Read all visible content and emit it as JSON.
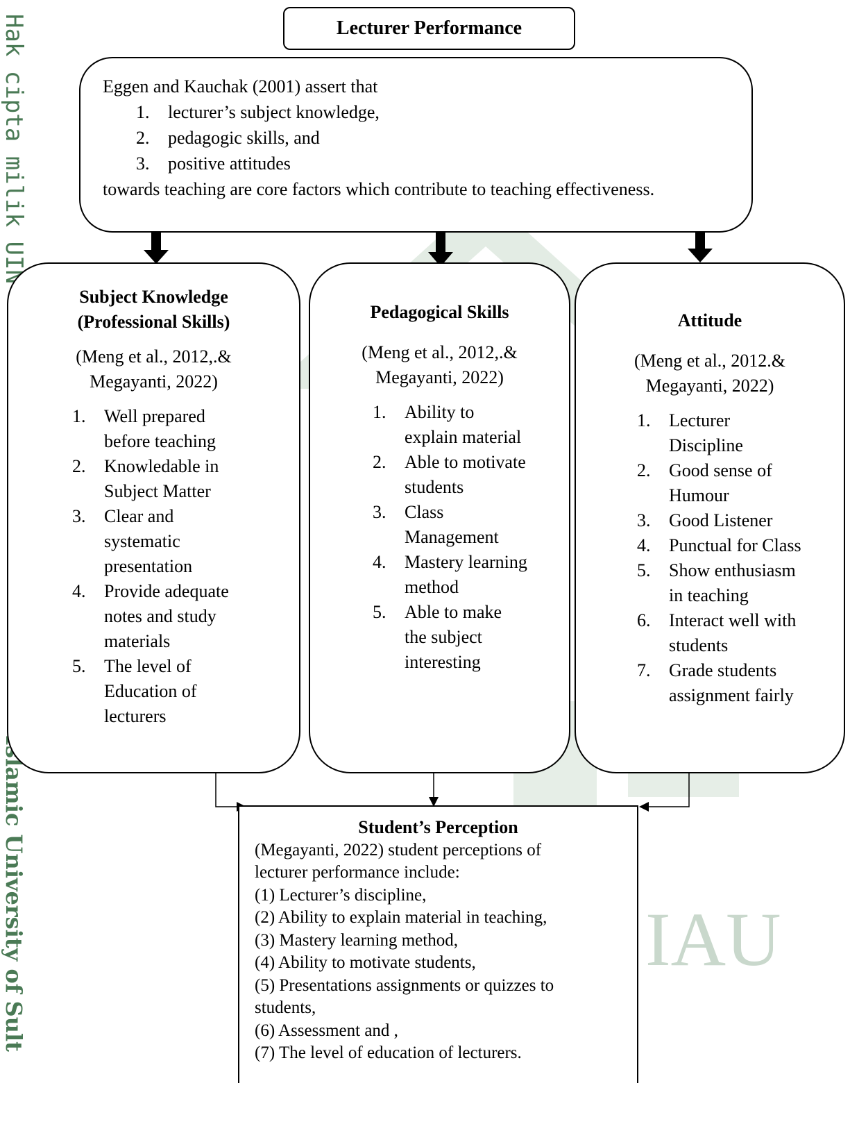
{
  "title": "Lecturer Performance",
  "intro": {
    "lead": "Eggen and Kauchak (2001) assert that",
    "items": [
      "lecturer’s subject knowledge,",
      "pedagogic skills, and",
      "positive attitudes"
    ],
    "tail": "towards teaching are core factors which contribute to teaching effectiveness."
  },
  "pillars": [
    {
      "heading_line1": "Subject Knowledge",
      "heading_line2": "(Professional Skills)",
      "cite_line1": "(Meng et al., 2012,.&",
      "cite_line2": "Megayanti, 2022)",
      "items": [
        [
          "Well prepared",
          "before teaching"
        ],
        [
          "Knowledable in",
          "Subject Matter"
        ],
        [
          "Clear and",
          "systematic",
          "presentation"
        ],
        [
          "Provide adequate",
          "notes and study",
          "materials"
        ],
        [
          "The level of",
          "Education of",
          "lecturers"
        ]
      ]
    },
    {
      "heading_line1": "Pedagogical Skills",
      "cite_line1": "(Meng et al., 2012,.&",
      "cite_line2": "Megayanti, 2022)",
      "items": [
        [
          "Ability to",
          "explain material"
        ],
        [
          "Able to motivate",
          "students"
        ],
        [
          "Class",
          "Management"
        ],
        [
          "Mastery learning",
          "method"
        ],
        [
          "Able to make",
          "the subject",
          "interesting"
        ]
      ]
    },
    {
      "heading_line1": "Attitude",
      "cite_line1": "(Meng et al., 2012.&",
      "cite_line2": "Megayanti, 2022)",
      "items": [
        [
          "Lecturer",
          "Discipline"
        ],
        [
          "Good sense of",
          "Humour"
        ],
        [
          "Good Listener"
        ],
        [
          "Punctual for Class"
        ],
        [
          "Show enthusiasm",
          "in teaching"
        ],
        [
          "Interact well with",
          "students"
        ],
        [
          "Grade students",
          "assignment fairly"
        ]
      ]
    }
  ],
  "perception": {
    "heading": "Student’s Perception",
    "lines": [
      "(Megayanti, 2022) student perceptions of",
      "lecturer performance include:",
      "(1) Lecturer’s discipline,",
      "(2) Ability to explain material in teaching,",
      "(3) Mastery learning method,",
      "(4) Ability to motivate students,",
      "(5) Presentations assignments or quizzes to",
      "students,",
      "(6) Assessment and ,",
      "(7) The level of education of lecturers."
    ]
  },
  "side_text": {
    "top": "Hak cipta milik UIN",
    "bottom": "Islamic University of Sult"
  },
  "watermark_text": "IAU",
  "colors": {
    "watermark": "#c9d8cc",
    "side_text": "#4a7a55"
  }
}
